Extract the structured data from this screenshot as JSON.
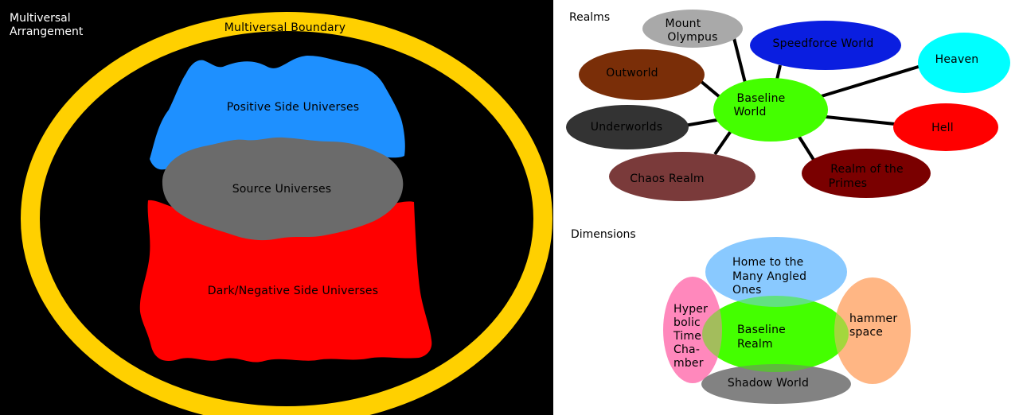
{
  "left": {
    "title_line1": "Multiversal",
    "title_line2": "Arrangement",
    "boundary_label": "Multiversal Boundary",
    "positive_label": "Positive Side Universes",
    "source_label": "Source Universes",
    "negative_label": "Dark/Negative Side Universes",
    "colors": {
      "background": "#000000",
      "boundary": "#ffd000",
      "positive": "#1e90ff",
      "source": "#6b6b6b",
      "negative": "#ff0000"
    }
  },
  "realms": {
    "heading": "Realms",
    "center": {
      "line1": "Baseline",
      "line2": "World",
      "color": "#44ff00"
    },
    "nodes": {
      "olympus": {
        "line1": "Mount",
        "line2": "Olympus",
        "color": "#a9a9a9"
      },
      "speedforce": {
        "line1": "Speedforce World",
        "color": "#0a1ee0"
      },
      "heaven": {
        "line1": "Heaven",
        "color": "#00ffff"
      },
      "outworld": {
        "line1": "Outworld",
        "color": "#7a2e08"
      },
      "underworlds": {
        "line1": "Underworlds",
        "color": "#333333"
      },
      "hell": {
        "line1": "Hell",
        "color": "#ff0000"
      },
      "chaos": {
        "line1": "Chaos Realm",
        "color": "#7a3a3a"
      },
      "primes": {
        "line1": "Realm of the",
        "line2": "Primes",
        "color": "#7a0000"
      }
    }
  },
  "dimensions": {
    "heading": "Dimensions",
    "center": {
      "line1": "Baseline",
      "line2": "Realm",
      "color": "#44ff00"
    },
    "top": {
      "line1": "Home to the",
      "line2": "Many Angled",
      "line3": "Ones",
      "color": "#7fc4ff"
    },
    "left": {
      "line1": "Hyper",
      "line2": "bolic",
      "line3": "Time",
      "line4": "Cha-",
      "line5": "mber",
      "color": "#ff7eb6"
    },
    "right": {
      "line1": "hammer",
      "line2": "space",
      "color": "#ffb07a"
    },
    "bottom": {
      "line1": "Shadow World",
      "color": "#777777"
    }
  }
}
